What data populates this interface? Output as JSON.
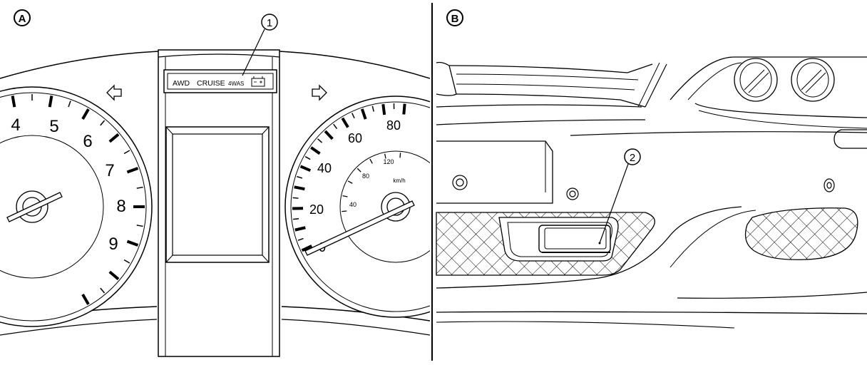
{
  "panels": [
    {
      "label": "A"
    },
    {
      "label": "B"
    }
  ],
  "callouts": [
    {
      "number": "1"
    },
    {
      "number": "2"
    }
  ],
  "indicator_strip": {
    "awd": "AWD",
    "cruise": "CRUISE",
    "four_was": "4WAS"
  },
  "tachometer": {
    "numbers": [
      "4",
      "5",
      "6",
      "7",
      "8",
      "9"
    ]
  },
  "speedometer": {
    "outer_numbers": [
      "0",
      "20",
      "40",
      "60",
      "80"
    ],
    "inner_numbers": [
      "40",
      "80",
      "120"
    ],
    "unit": "km/h"
  },
  "colors": {
    "line": "#000000",
    "background": "#ffffff"
  }
}
